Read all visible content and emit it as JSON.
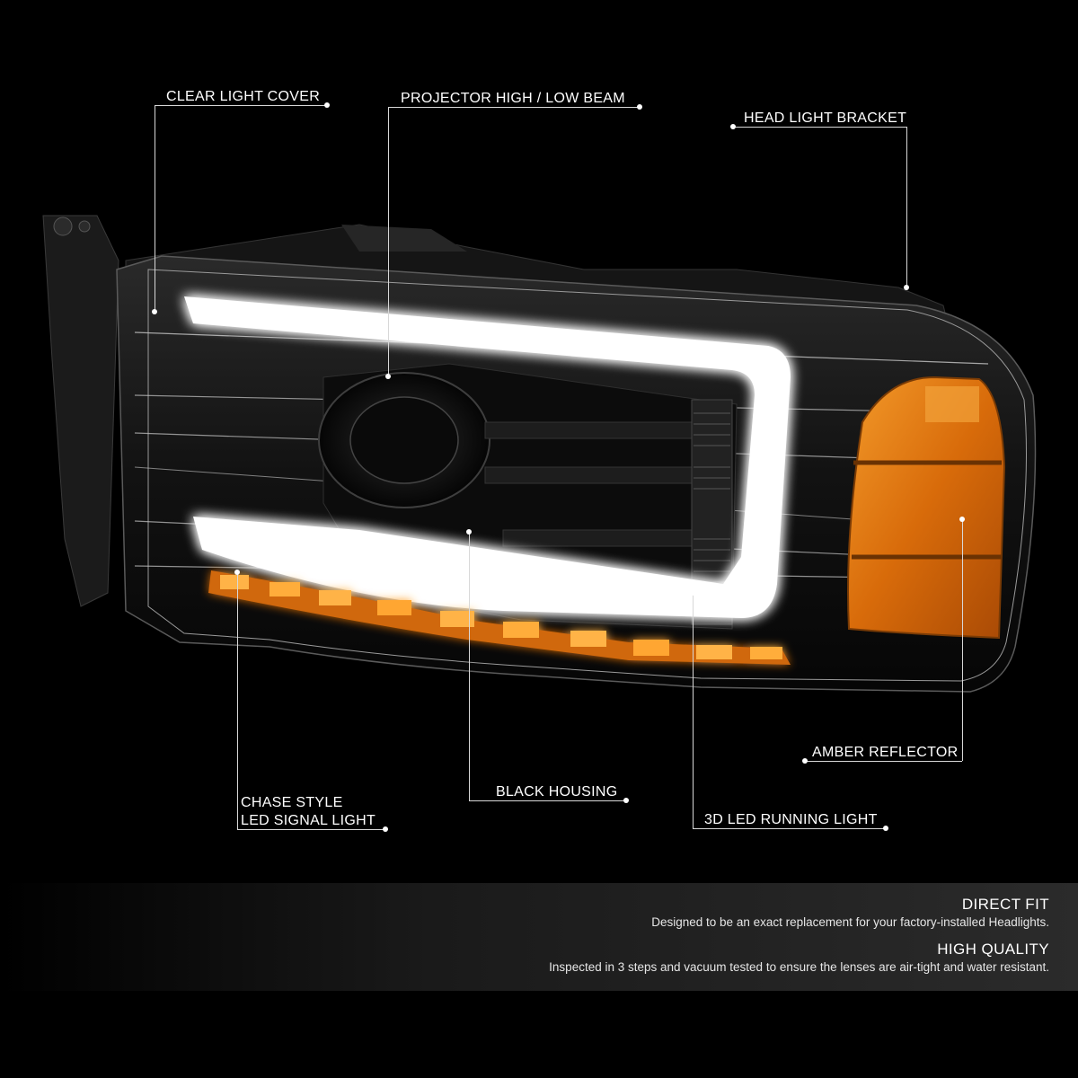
{
  "callouts": {
    "clear_light_cover": "CLEAR LIGHT COVER",
    "projector_beam": "PROJECTOR HIGH / LOW BEAM",
    "head_light_bracket": "HEAD LIGHT BRACKET",
    "amber_reflector": "AMBER REFLECTOR",
    "chase_style_line1": "CHASE STYLE",
    "chase_style_line2": "LED SIGNAL LIGHT",
    "black_housing": "BLACK HOUSING",
    "led_running_light": "3D LED RUNNING LIGHT"
  },
  "features": {
    "direct_fit_title": "DIRECT FIT",
    "direct_fit_desc": "Designed to be an exact replacement for your factory-installed Headlights.",
    "high_quality_title": "HIGH QUALITY",
    "high_quality_desc": "Inspected in 3 steps and vacuum tested to ensure the lenses are air-tight and water resistant."
  },
  "colors": {
    "background": "#000000",
    "amber": "#e07a10",
    "led_white": "#ffffff",
    "housing": "#141414"
  }
}
